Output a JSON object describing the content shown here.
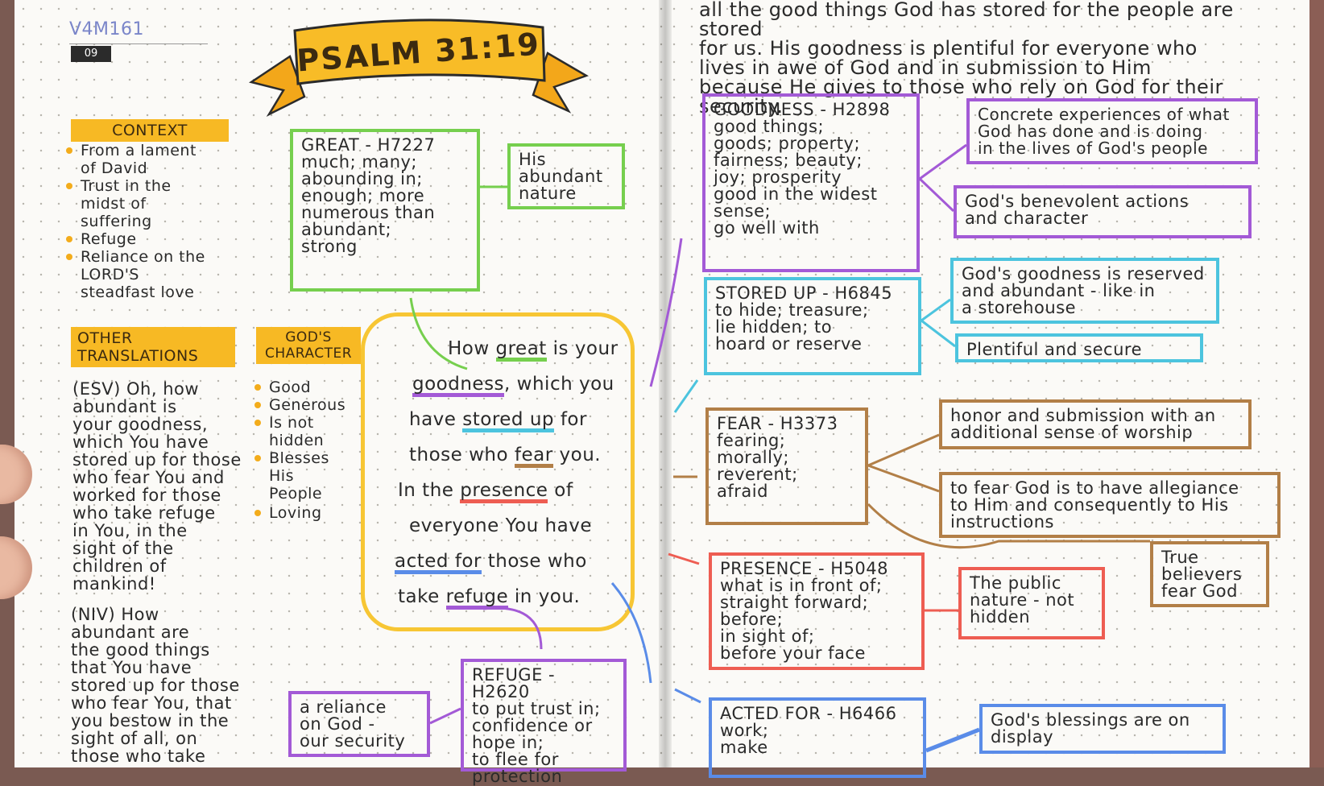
{
  "header": {
    "code": "V4M161",
    "page_number": "09",
    "banner_title": "PSALM 31:19"
  },
  "context": {
    "label": "CONTEXT",
    "items": [
      "From a lament\n of David",
      "Trust in the\n midst of\n suffering",
      "Refuge",
      "Reliance on the\n LORD'S\n steadfast love"
    ]
  },
  "translations": {
    "label": "OTHER\nTRANSLATIONS",
    "esv": "(ESV) Oh, how\nabundant is\nyour goodness,\nwhich You have\nstored up for those\nwho fear You and\nworked for those\nwho take refuge\nin You, in the\nsight of the\nchildren of\nmankind!",
    "niv": "(NIV) How\nabundant are\nthe good things\nthat You have\nstored up for those\nwho fear You, that\nyou bestow in the\nsight of all, on\nthose who take"
  },
  "character": {
    "label": "GOD'S\nCHARACTER",
    "items": [
      "Good",
      "Generous",
      "Is not\n hidden",
      "Blesses\n His\n People",
      "Loving"
    ]
  },
  "words": {
    "great": "GREAT - H7227\nmuch; many;\nabounding in;\nenough; more\nnumerous than\nabundant;\nstrong",
    "great_note": "His\nabundant\nnature",
    "refuge": "REFUGE - H2620\nto put trust in;\nconfidence or\n hope in;\nto flee for\n protection",
    "refuge_note": "a reliance\non God -\nour security",
    "goodness": "GOODNESS - H2898\ngood things;\ngoods; property;\nfairness; beauty;\njoy; prosperity\ngood in the widest\n sense;\ngo well with",
    "goodness_note_1": "Concrete experiences of what\nGod has done and is doing\nin the lives of God's people",
    "goodness_note_2": "God's benevolent actions\nand character",
    "stored": "STORED UP - H6845\nto hide; treasure;\nlie hidden; to\nhoard or reserve",
    "stored_note_1": "God's goodness is reserved\nand abundant - like in\na storehouse",
    "stored_note_2": "Plentiful and secure",
    "fear": "FEAR - H3373\n fearing;\n morally;\n reverent;\n afraid",
    "fear_note_1": "honor and submission with an\nadditional sense of worship",
    "fear_note_2": "to fear God is to have allegiance\nto Him and consequently to His\ninstructions",
    "fear_note_3": "True\nbelievers\nfear God",
    "presence": "PRESENCE - H5048\nwhat is in front of;\nstraight forward;\nbefore;\nin sight of;\nbefore your face",
    "presence_note": "The public\nnature - not\nhidden",
    "acted": "ACTED FOR - H6466\nwork;\nmake",
    "acted_note": "God's blessings are on\ndisplay"
  },
  "verse": {
    "lines": [
      [
        "How ",
        "great",
        " is your"
      ],
      [
        "goodness",
        ", which you"
      ],
      [
        "have ",
        "stored up",
        " for"
      ],
      [
        "those who ",
        "fear",
        " you."
      ],
      [
        "In the ",
        "presence",
        " of"
      ],
      [
        "everyone You have"
      ],
      [
        "acted for",
        " those who"
      ],
      [
        "take ",
        "refuge",
        " in you."
      ]
    ]
  },
  "summary": {
    "text": "all the good things God has stored for the people are stored\nfor us. His goodness is plentiful for everyone who\nlives in awe of God and in submission to Him\nbecause He gives to those who rely on God for their\n security."
  },
  "colors": {
    "yellow": "#f7b924",
    "green": "#76cf4e",
    "purple": "#a35ad6",
    "cyan": "#4cc4de",
    "brown": "#b27f47",
    "red": "#ee5d52",
    "blue": "#5a8ce8"
  }
}
